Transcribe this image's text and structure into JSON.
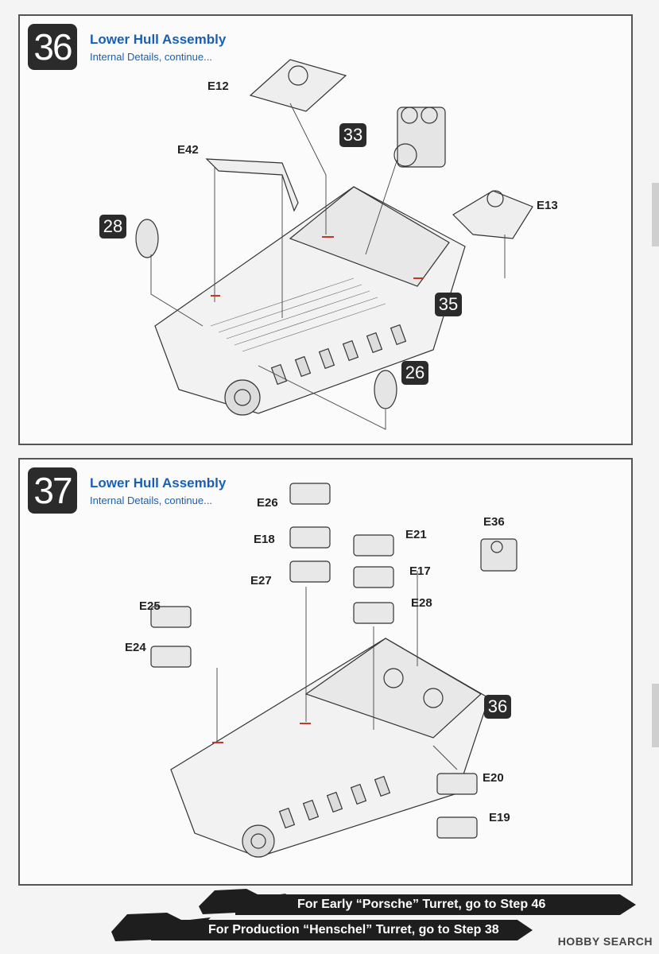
{
  "step36": {
    "number": "36",
    "title": "Lower Hull Assembly",
    "subtitle": "Internal Details, continue...",
    "parts": [
      "E12",
      "E42",
      "E13"
    ],
    "refs": [
      "33",
      "28",
      "35",
      "26"
    ]
  },
  "step37": {
    "number": "37",
    "title": "Lower Hull Assembly",
    "subtitle": "Internal Details, continue...",
    "parts": [
      "E26",
      "E18",
      "E27",
      "E21",
      "E17",
      "E28",
      "E25",
      "E24",
      "E36",
      "E20",
      "E19"
    ],
    "refs": [
      "36"
    ]
  },
  "footer": {
    "early_text": "For Early “Porsche” Turret, go to",
    "early_step": "Step 46",
    "production_text": "For Production “Henschel” Turret, go to",
    "production_step": "Step 38"
  },
  "watermark": "HOBBY SEARCH",
  "colors": {
    "title_blue": "#1a5fb4",
    "badge_dark": "#2b2b2b",
    "accent_red": "#c0392b"
  }
}
